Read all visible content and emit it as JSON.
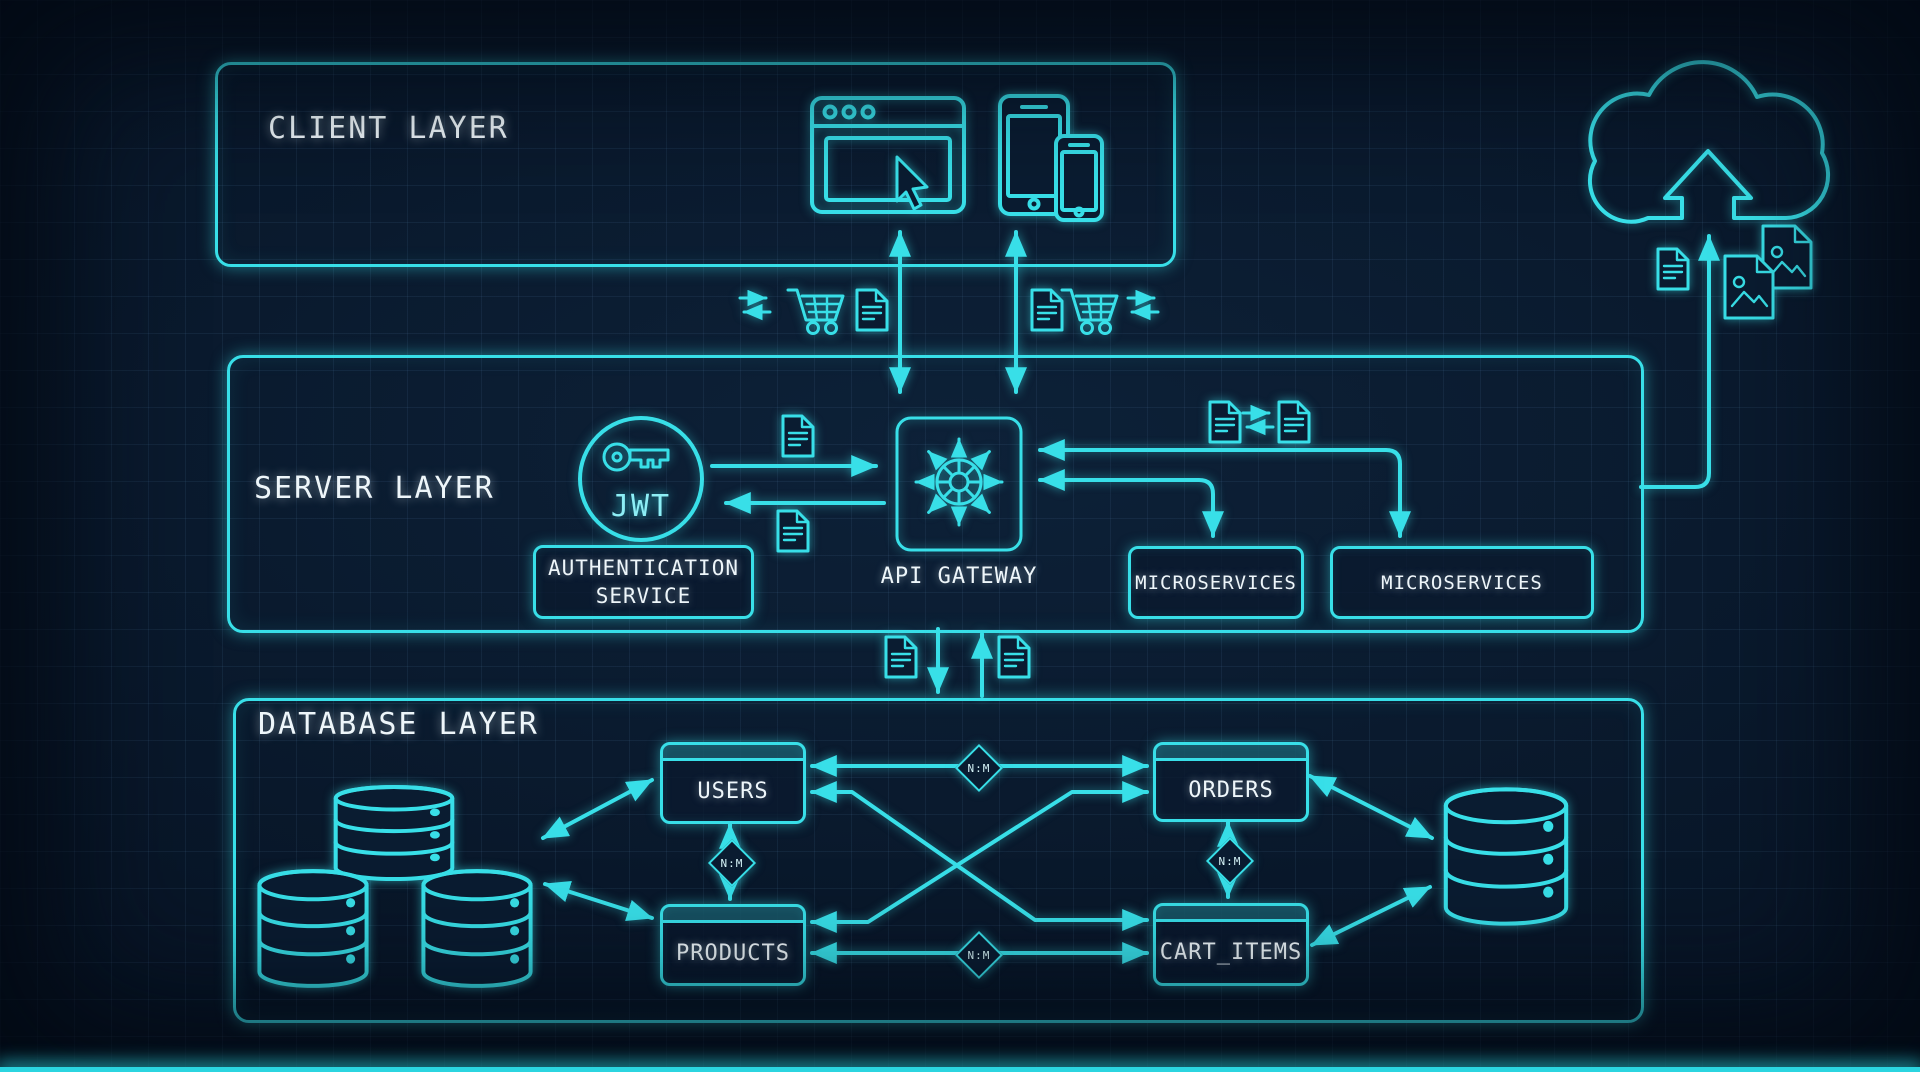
{
  "colors": {
    "background": "#081628",
    "neon": "#38dfe8",
    "text": "#eef6fa",
    "grid_line": "#6ea0d2"
  },
  "layers": {
    "client": {
      "label": "CLIENT LAYER"
    },
    "server": {
      "label": "SERVER LAYER"
    },
    "database": {
      "label": "DATABASE LAYER"
    }
  },
  "server": {
    "jwt_badge": "JWT",
    "auth_service_label": "AUTHENTICATION\nSERVICE",
    "api_gateway_label": "API GATEWAY",
    "microservices": [
      {
        "label": "MICROSERVICES"
      },
      {
        "label": "MICROSERVICES"
      }
    ]
  },
  "database": {
    "entities": [
      {
        "label": "USERS"
      },
      {
        "label": "ORDERS"
      },
      {
        "label": "PRODUCTS"
      },
      {
        "label": "CART_ITEMS"
      }
    ],
    "relations": [
      {
        "label": "N:M"
      },
      {
        "label": "N:M"
      },
      {
        "label": "N:M"
      },
      {
        "label": "N:M"
      }
    ]
  },
  "icons": [
    "browser-window",
    "mouse-cursor",
    "tablet",
    "smartphone",
    "shopping-cart",
    "transfer-arrows",
    "document",
    "jwt-key",
    "api-gateway-hub",
    "cloud-upload",
    "image-file",
    "database-cluster",
    "database-server"
  ]
}
